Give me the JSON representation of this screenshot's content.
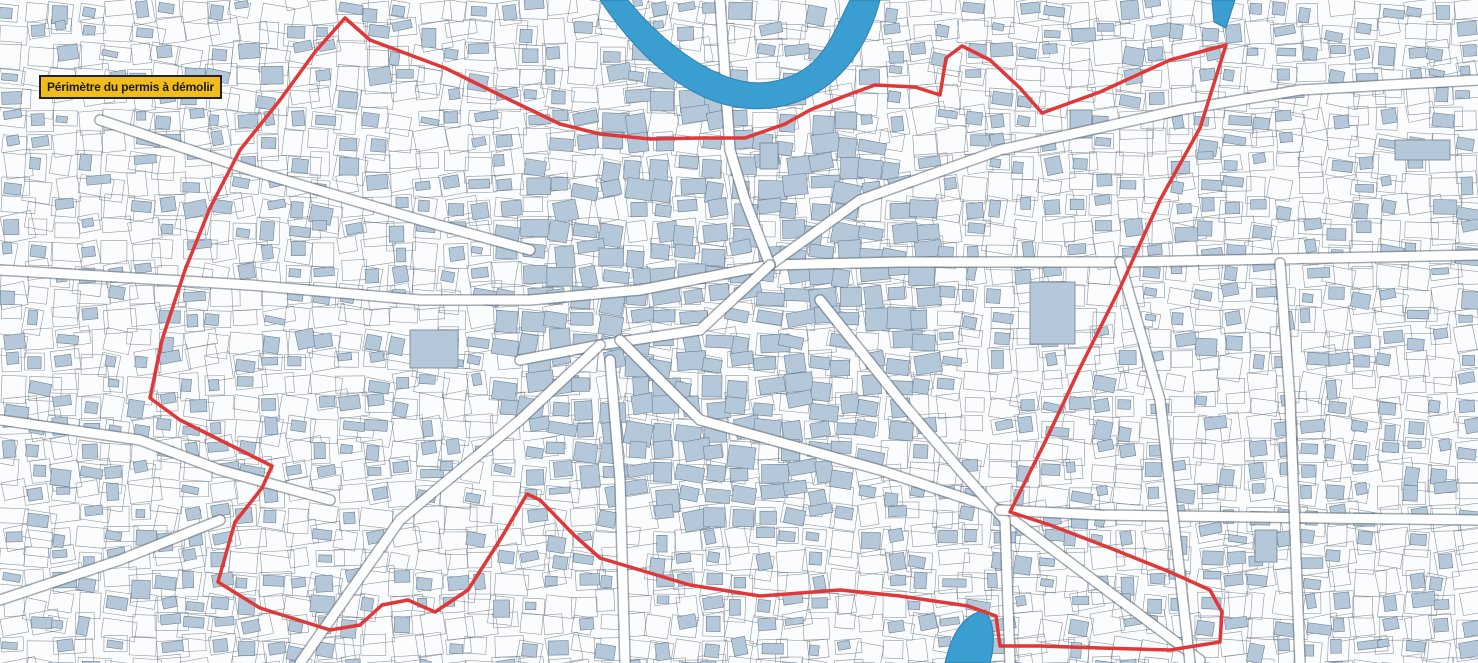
{
  "legend": {
    "label": "Périmètre du permis à démolir",
    "background": "#f2bd1a"
  },
  "map": {
    "colors": {
      "background": "#fbfcfd",
      "building_fill": "#b4c8da",
      "building_stroke": "#6d8195",
      "parcel_line": "#6b7784",
      "road_fill": "#ffffff",
      "river": "#3a9fd0",
      "perimeter": "#e03838"
    },
    "layers": [
      "river",
      "parcels",
      "buildings",
      "roads",
      "perimeter"
    ]
  }
}
